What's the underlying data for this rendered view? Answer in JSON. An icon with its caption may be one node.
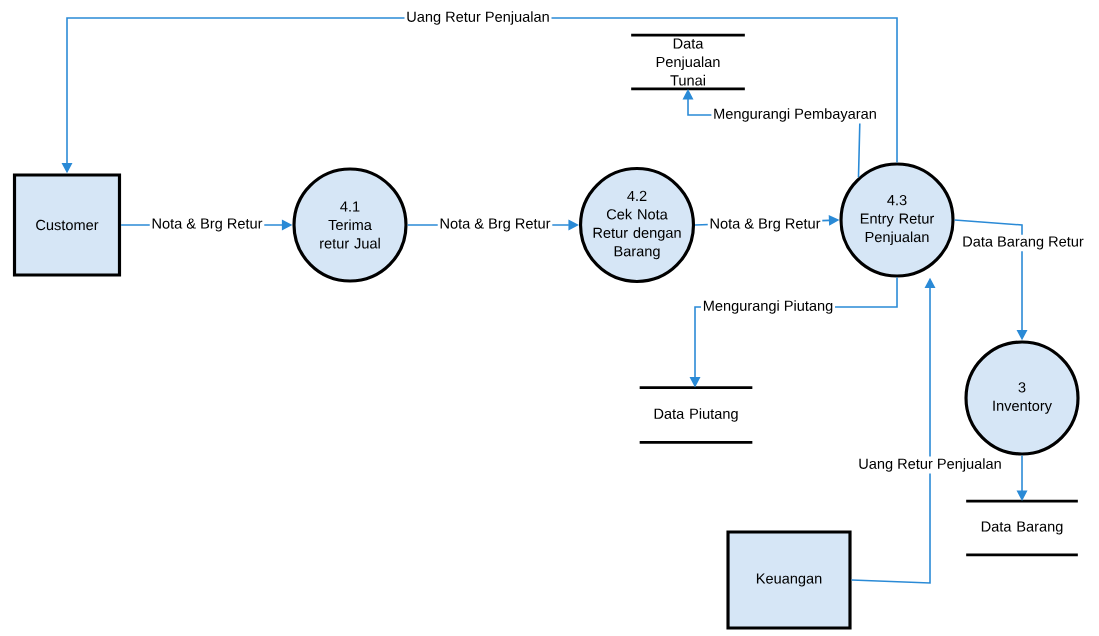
{
  "diagram": {
    "nodes": [
      {
        "text": [
          "Customer"
        ]
      },
      {
        "text": [
          "4.1",
          "Terima retur Jual"
        ]
      },
      {
        "text": [
          "4.2",
          "Cek Nota Retur dengan Barang"
        ]
      },
      {
        "text": [
          "4.3",
          "Entry Retur Penjualan"
        ]
      },
      {
        "text": [
          "Data Penjualan Tunai"
        ]
      },
      {
        "text": [
          "Data Piutang"
        ]
      },
      {
        "text": [
          "3",
          "Inventory"
        ]
      },
      {
        "text": [
          "Data Barang"
        ]
      },
      {
        "text": [
          "Keuangan"
        ]
      }
    ],
    "edges": [
      {
        "from": 3,
        "to": 0,
        "arrow": "to",
        "label": "Uang Retur Penjualan"
      },
      {
        "from": 0,
        "to": 1,
        "arrow": "to",
        "label": "Nota & Brg Retur"
      },
      {
        "from": 1,
        "to": 2,
        "arrow": "to",
        "label": "Nota & Brg Retur"
      },
      {
        "from": 2,
        "to": 3,
        "arrow": "to",
        "label": "Nota & Brg Retur"
      },
      {
        "from": 3,
        "to": 4,
        "arrow": "to",
        "label": "Mengurangi Pembayaran"
      },
      {
        "from": 3,
        "to": 5,
        "arrow": "to",
        "label": "Mengurangi Piutang"
      },
      {
        "from": 3,
        "to": 6,
        "arrow": "to",
        "label": "Data Barang Retur"
      },
      {
        "from": 6,
        "to": 7,
        "arrow": "to"
      },
      {
        "from": 8,
        "to": 3,
        "arrow": "to",
        "label": "Uang Retur Penjualan"
      }
    ]
  }
}
